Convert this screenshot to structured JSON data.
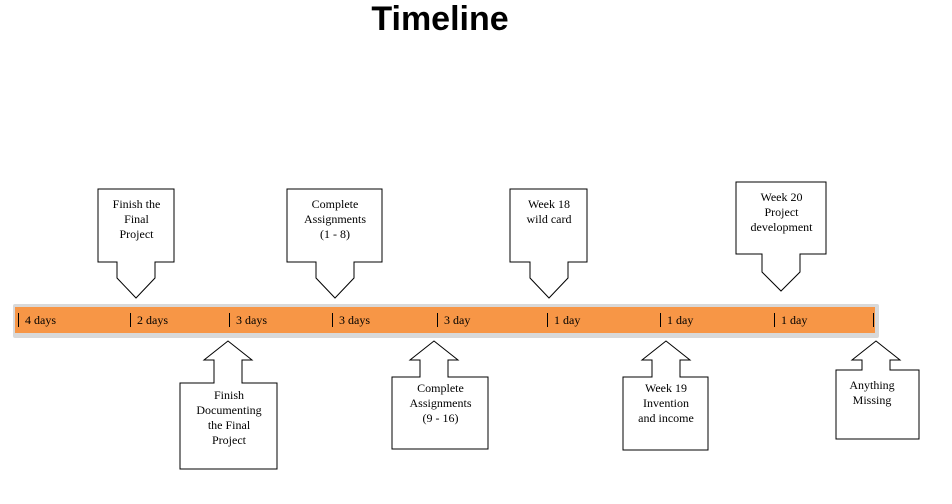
{
  "title": "Timeline",
  "segments": [
    "4 days",
    "2 days",
    "3 days",
    "3 days",
    "3 day",
    "1 day",
    "1 day",
    "1 day"
  ],
  "callouts_above": [
    "Finish the\nFinal\nProject",
    "Complete\nAssignments\n(1 - 8)",
    "Week 18\nwild card",
    "Week 20\nProject\ndevelopment"
  ],
  "callouts_below": [
    "Finish\nDocumenting\nthe Final\nProject",
    "Complete\nAssignments\n(9 - 16)",
    "Week 19\nInvention\nand income",
    "Anything\nMissing"
  ]
}
